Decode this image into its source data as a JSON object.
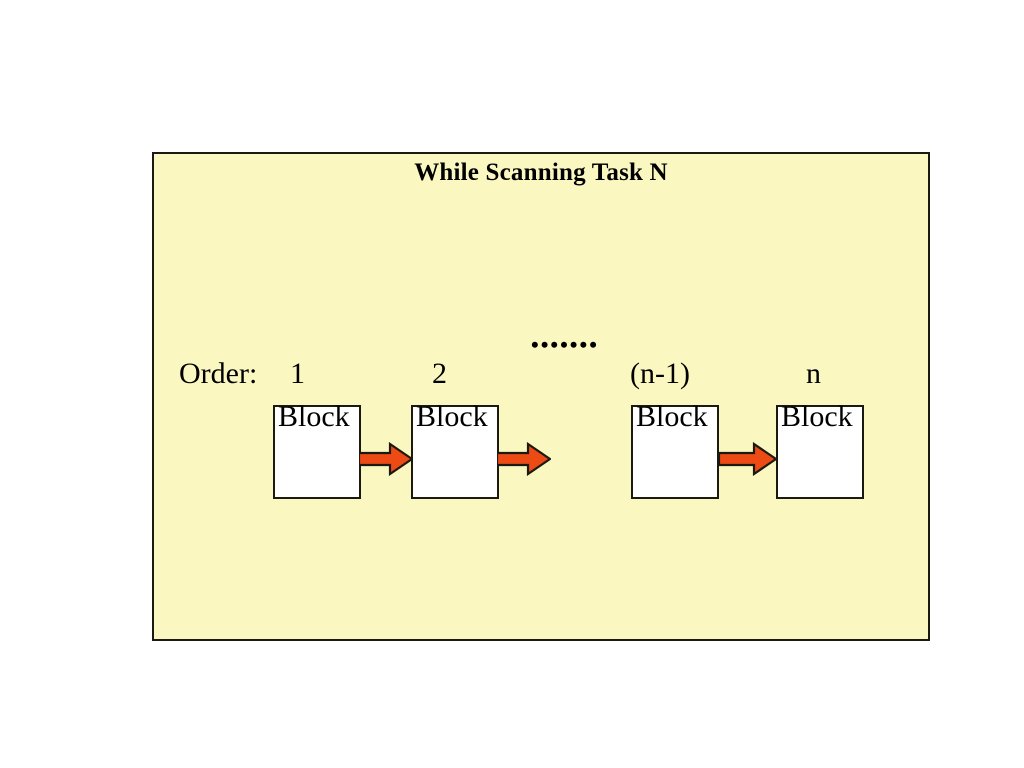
{
  "page": {
    "background_color": "#ffffff"
  },
  "panel": {
    "title": "While Scanning Task N",
    "background_color": "#FAF8C0",
    "border_color": "#1a1a12"
  },
  "order_row": {
    "caption": "Order:",
    "labels": [
      "1",
      "2",
      "(n-1)",
      "n"
    ],
    "ellipsis": "•••••••"
  },
  "blocks": [
    {
      "label": "Block"
    },
    {
      "label": "Block"
    },
    {
      "label": "Block"
    },
    {
      "label": "Block"
    }
  ],
  "arrows": {
    "fill_color": "#EE4A14",
    "outline_color": "#1a1a12",
    "count": 3
  }
}
